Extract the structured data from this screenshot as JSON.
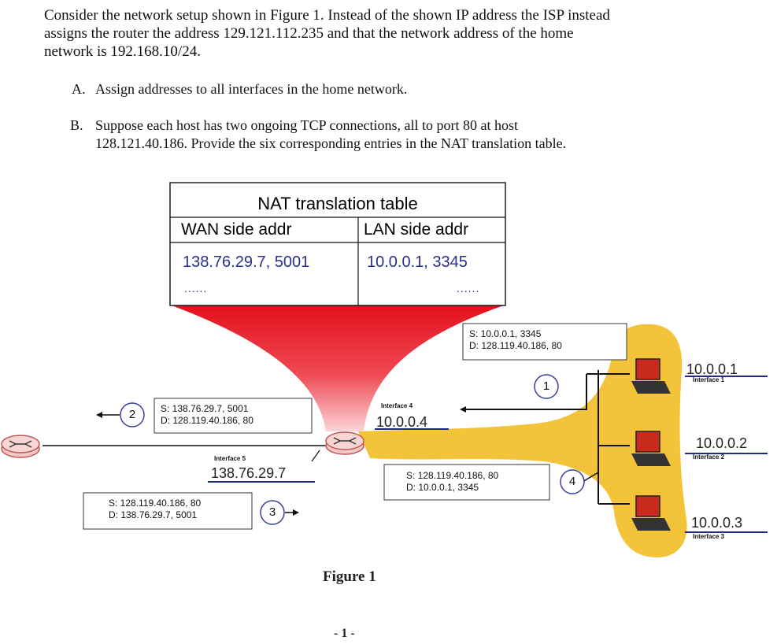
{
  "question": {
    "line1": "Consider the network setup shown in Figure 1. Instead of the shown IP address the ISP instead",
    "line2": "assigns the router the address 129.121.112.235 and that the network address of the home",
    "line3": "network is 192.168.10/24.",
    "item_a_letter": "A.",
    "item_a_text": "Assign addresses to all interfaces in the home network.",
    "item_b_letter": "B.",
    "item_b_line1": "Suppose each host has two ongoing TCP connections, all to port 80 at host",
    "item_b_line2": "128.121.40.186. Provide the six corresponding entries in the NAT translation table."
  },
  "nat_table": {
    "title": "NAT translation table",
    "wan_header": "WAN side addr",
    "lan_header": "LAN side addr",
    "wan_value": "138.76.29.7, 5001",
    "lan_value": "10.0.0.1, 3345",
    "wan_more": "......",
    "lan_more": "......"
  },
  "packets": {
    "p1_src": "S: 10.0.0.1, 3345",
    "p1_dst": "D: 128.119.40.186, 80",
    "p2_src": "S: 138.76.29.7, 5001",
    "p2_dst": "D: 128.119.40.186, 80",
    "p3_src": "S: 128.119.40.186, 80",
    "p3_dst": "D: 138.76.29.7, 5001",
    "p4_src": "S: 128.119.40.186, 80",
    "p4_dst": "D: 10.0.0.1, 3345"
  },
  "steps": {
    "s1": "1",
    "s2": "2",
    "s3": "3",
    "s4": "4"
  },
  "interfaces": {
    "if4_label": "Interface 4",
    "if4_ip": "10.0.0.4",
    "if5_label": "Interface 5",
    "if5_ip": "138.76.29.7",
    "h1_ip": "10.0.0.1",
    "h1_label": "Interface 1",
    "h2_ip": "10.0.0.2",
    "h2_label": "Interface 2",
    "h3_ip": "10.0.0.3",
    "h3_label": "Interface 3"
  },
  "figure_caption": "Figure 1",
  "page_number": "- 1 -",
  "colors": {
    "home_network": "#f3c33a",
    "nat_funnel": "#e3101b",
    "nat_value_text": "#2a2f8f",
    "underline": "#1f2a8a",
    "router_fill": "#f3c7c3"
  }
}
